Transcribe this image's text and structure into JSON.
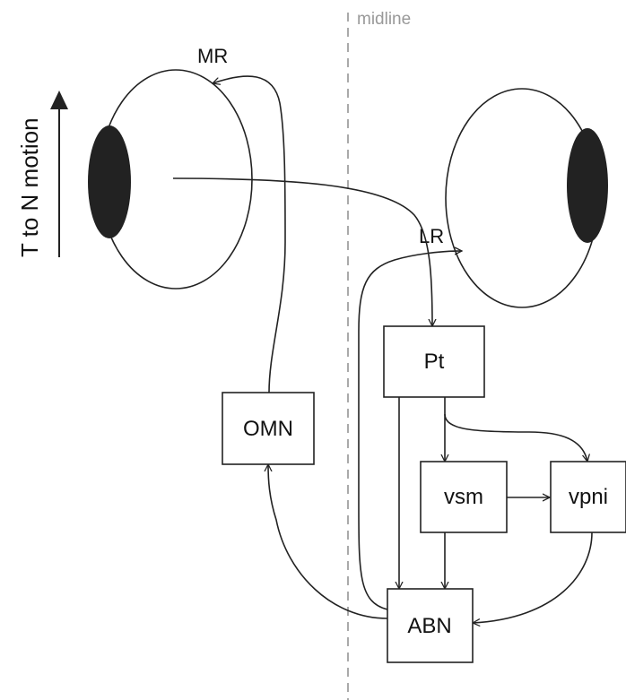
{
  "midline": {
    "label": "midline"
  },
  "motion": {
    "label": "T to N motion"
  },
  "muscles": {
    "mr": "MR",
    "lr": "LR"
  },
  "nuclei": {
    "omn": "OMN",
    "pt": "Pt",
    "vsm": "vsm",
    "vpni": "vpni",
    "abn": "ABN"
  },
  "colors": {
    "stroke": "#222222",
    "pupil": "#222222",
    "midline": "#aaaaaa",
    "midline_text": "#999999"
  }
}
